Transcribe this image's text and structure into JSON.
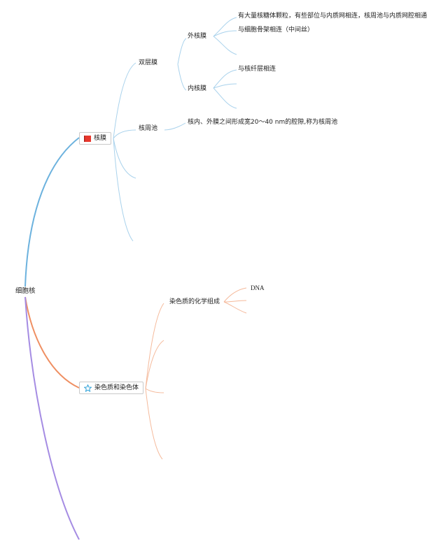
{
  "root": {
    "label": "细胞核"
  },
  "branches": [
    {
      "label": "核膜",
      "icon": "flag-icon",
      "color": "#6cb2de",
      "icon_color": "#e8372c",
      "children": [
        {
          "label": "双层膜",
          "children": [
            {
              "label": "外核膜",
              "children": [
                "有大量核糖体颗粒，有些部位与内质网相连，核周池与内质网腔相通",
                "与细胞骨架相连（中间丝）",
                ""
              ]
            },
            {
              "label": "内核膜",
              "children": [
                "与核纤层相连",
                "",
                ""
              ]
            }
          ]
        },
        {
          "label": "核周池",
          "children": [
            "核内、外膜之间形成宽20～40 nm的腔隙,称为核周池"
          ]
        }
      ]
    },
    {
      "label": "染色质和染色体",
      "icon": "star-icon",
      "color": "#ef8f62",
      "icon_color": "#1f9bd6",
      "children": [
        {
          "label": "染色质的化学组成",
          "children": [
            "DNA",
            ""
          ]
        }
      ]
    },
    {
      "label": "",
      "color": "#a58ce3"
    }
  ],
  "colors": {
    "branch1_light": "#a9d2ec",
    "branch2_light": "#f5b99a"
  }
}
